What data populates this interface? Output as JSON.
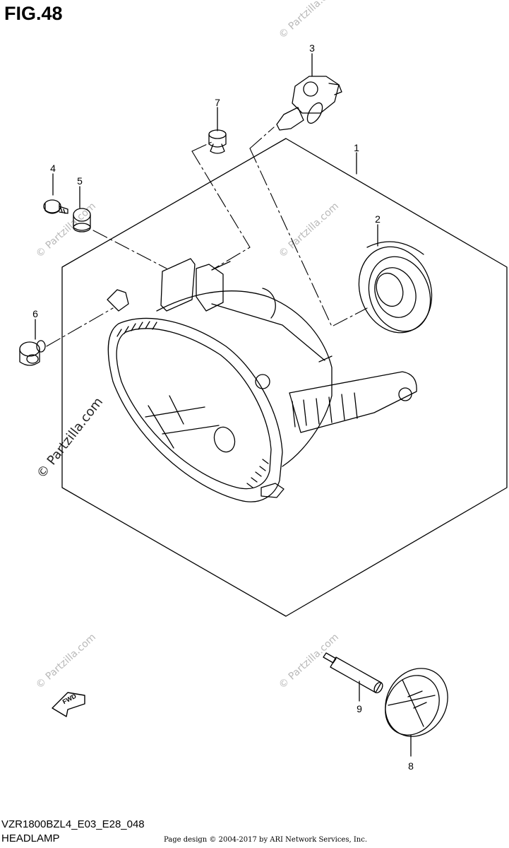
{
  "figure": {
    "title": "FIG.48"
  },
  "callouts": [
    "1",
    "2",
    "3",
    "4",
    "5",
    "6",
    "7",
    "8",
    "9"
  ],
  "fwd_label": "FWD",
  "watermark": "© Partzilla.com",
  "model_code": "VZR1800BZL4_E03_E28_048",
  "section_name": "HEADLAMP",
  "footer": "Page design © 2004-2017 by ARI Network Services, Inc.",
  "colors": {
    "line": "#000000",
    "watermark": "#b9b9b9"
  }
}
